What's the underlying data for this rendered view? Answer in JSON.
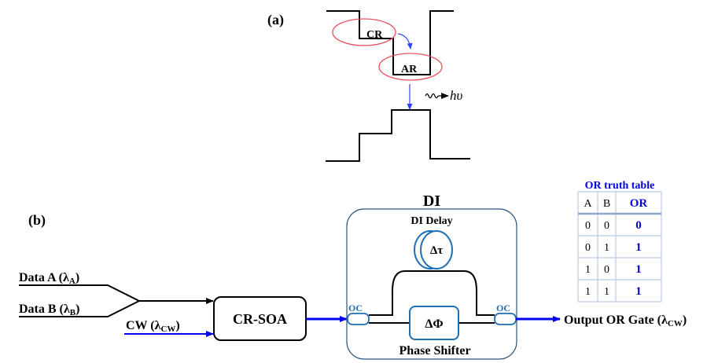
{
  "panel_a": {
    "label": "(a)",
    "cr_label": "CR",
    "ar_label": "AR",
    "photon_label": "hυ",
    "colors": {
      "band": "#000000",
      "ellipse": "#e8505b",
      "transition_arrow": "#3344ff"
    }
  },
  "panel_b": {
    "label": "(b)",
    "inputs": {
      "data_a": {
        "text": "Data A (λ",
        "sub": "A",
        "close": ")"
      },
      "data_b": {
        "text": "Data B (λ",
        "sub": "B",
        "close": ")"
      },
      "cw": {
        "text": "CW (λ",
        "sub": "CW",
        "close": ")"
      }
    },
    "soa_label": "CR-SOA",
    "di": {
      "title": "DI",
      "delay_label": "DI Delay",
      "delay_symbol": "Δτ",
      "phase_symbol": "ΔΦ",
      "phase_label": "Phase Shifter",
      "coupler_label": "OC"
    },
    "output": {
      "text": "Output OR Gate (λ",
      "sub": "CW",
      "close": ")"
    },
    "colors": {
      "signal": "#0000ee",
      "component": "#1f6fb3",
      "di_border": "#2f5580"
    }
  },
  "truth_table": {
    "title": "OR truth table",
    "headers": [
      "A",
      "B",
      "OR"
    ],
    "rows": [
      [
        "0",
        "0",
        "0"
      ],
      [
        "0",
        "1",
        "1"
      ],
      [
        "1",
        "0",
        "1"
      ],
      [
        "1",
        "1",
        "1"
      ]
    ],
    "colors": {
      "title": "#0000dd",
      "grid": "#b8cce4",
      "header_rule": "#8eaacb"
    }
  }
}
